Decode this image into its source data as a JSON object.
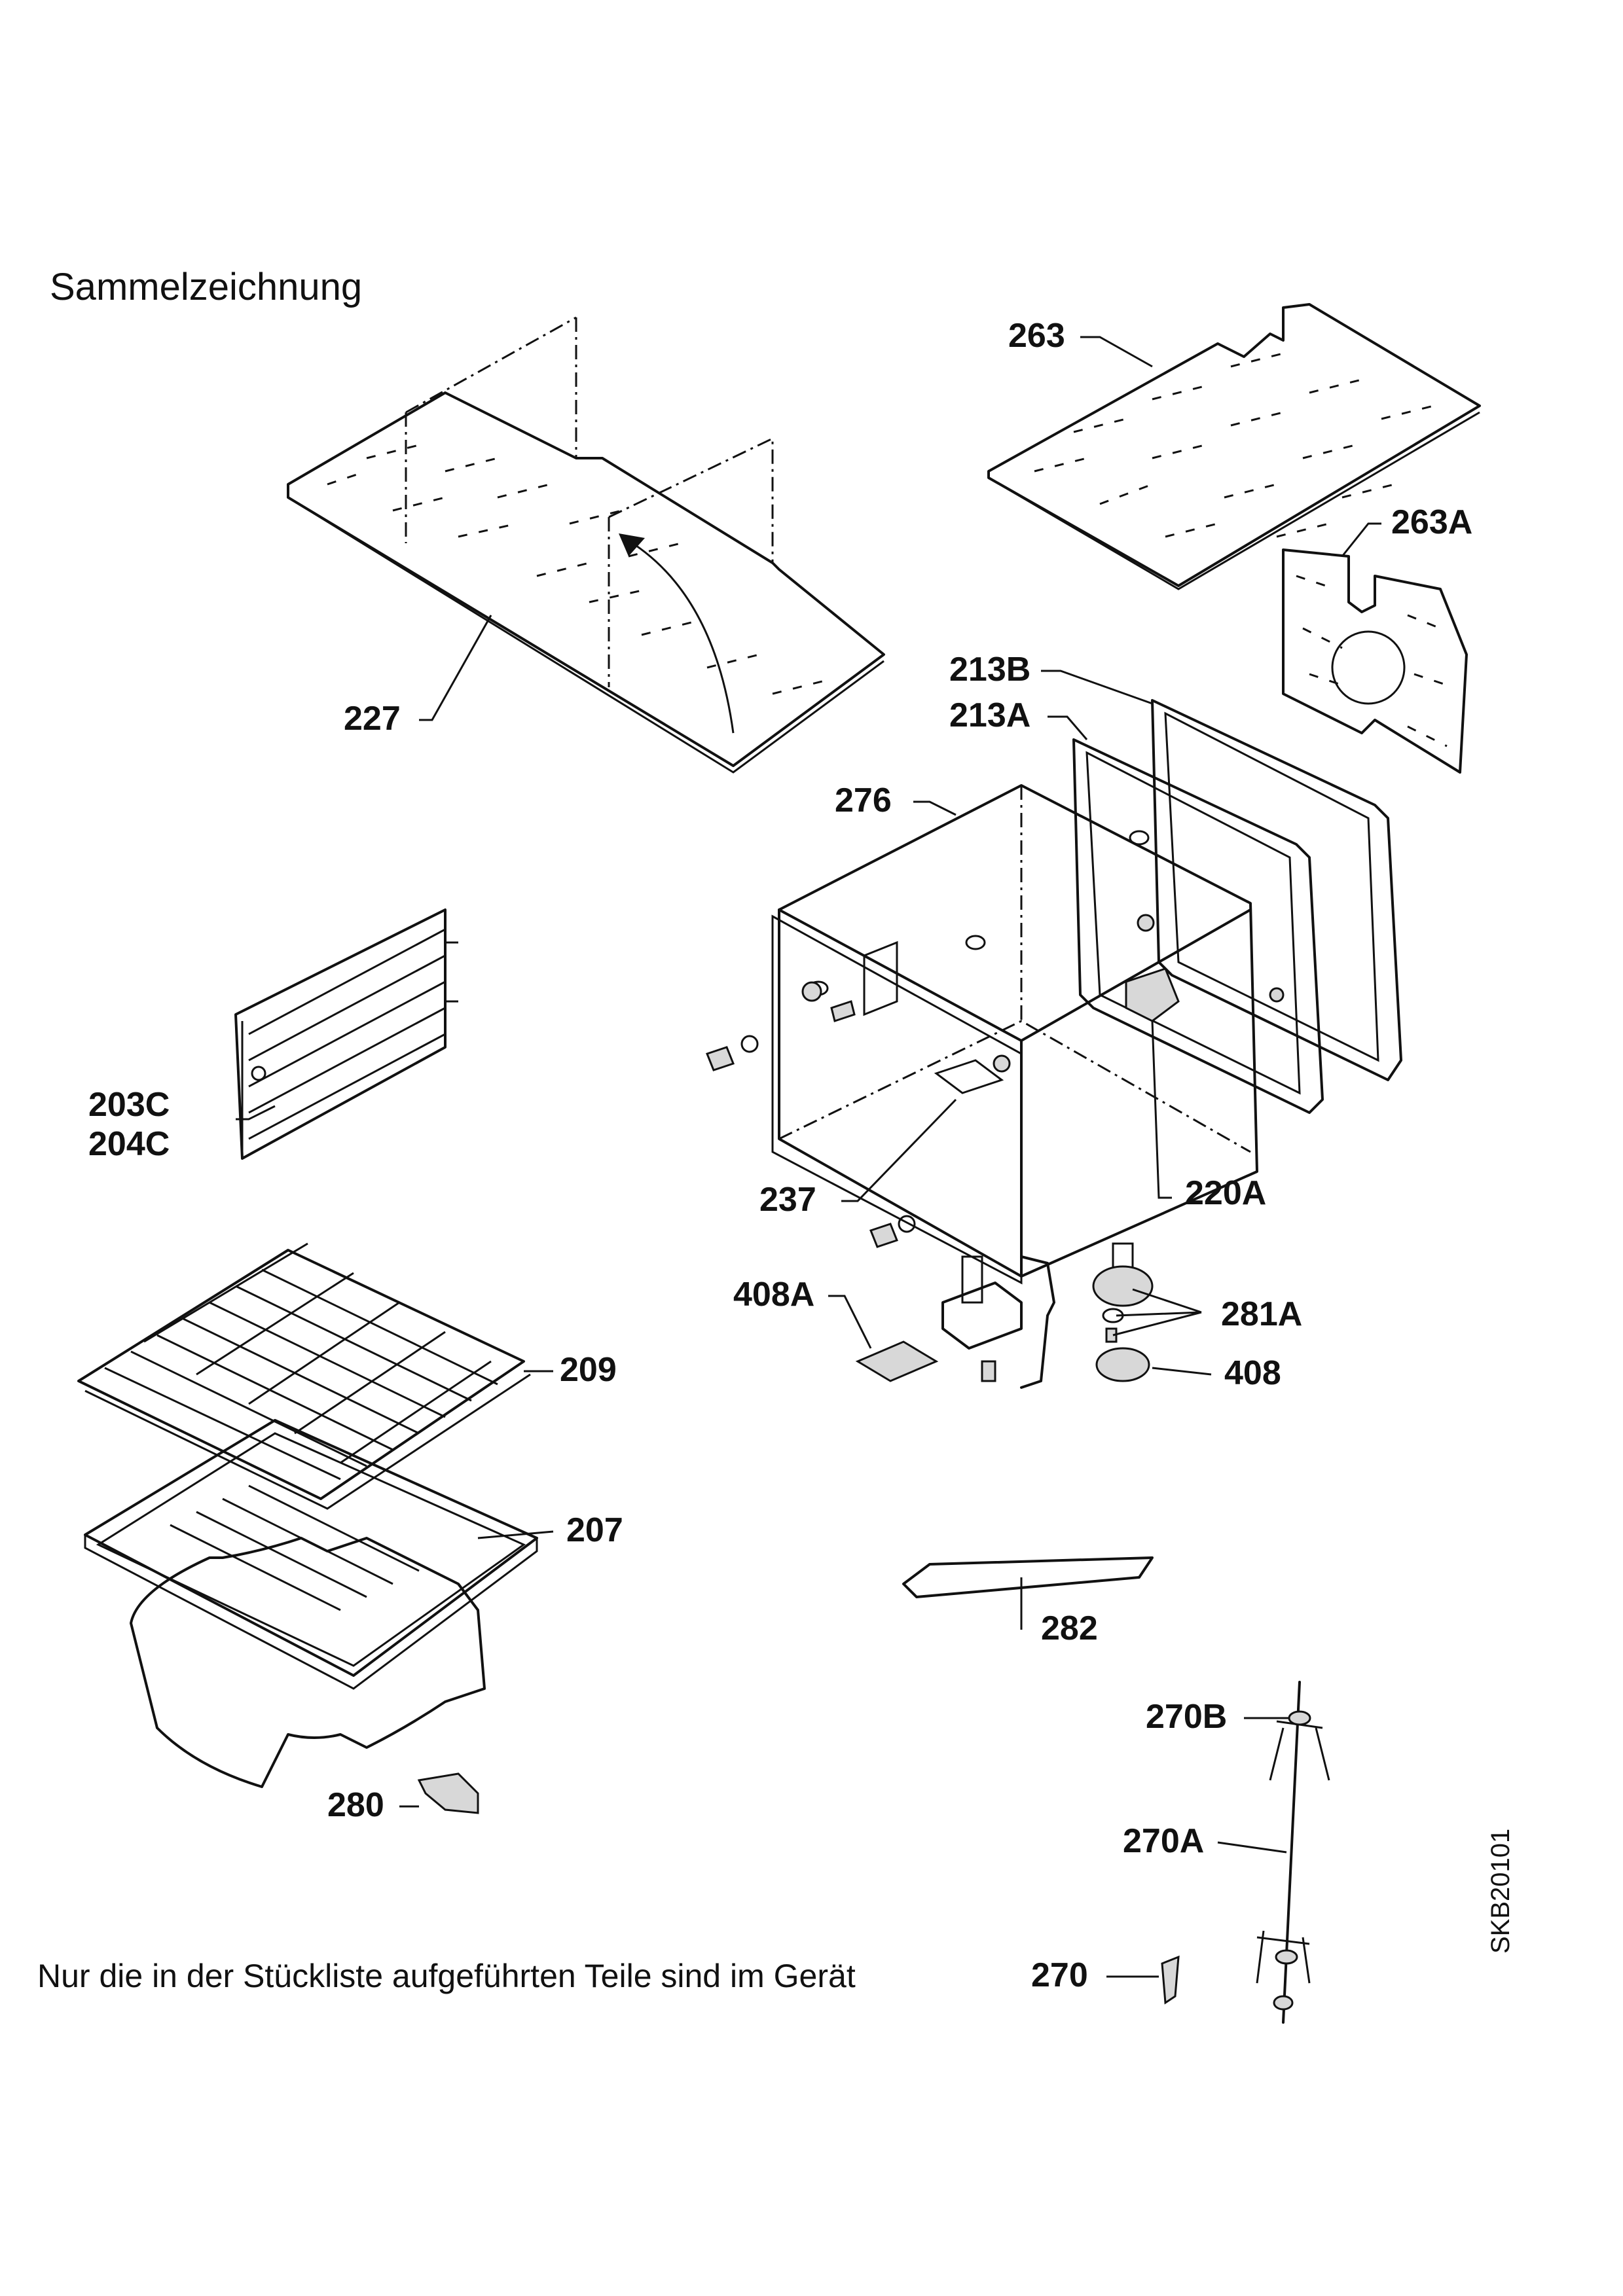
{
  "title": "Sammelzeichnung",
  "footnote": "Nur die in der Stückliste aufgeführten Teile sind im Gerät",
  "drawing_code": "SKB20101",
  "callouts": {
    "p263": "263",
    "p263A": "263A",
    "p227": "227",
    "p213B": "213B",
    "p213A": "213A",
    "p276": "276",
    "p203C": "203C",
    "p204C": "204C",
    "p237": "237",
    "p220A": "220A",
    "p408A": "408A",
    "p281A": "281A",
    "p408": "408",
    "p209": "209",
    "p207": "207",
    "p282": "282",
    "p280": "280",
    "p270B": "270B",
    "p270A": "270A",
    "p270": "270"
  }
}
